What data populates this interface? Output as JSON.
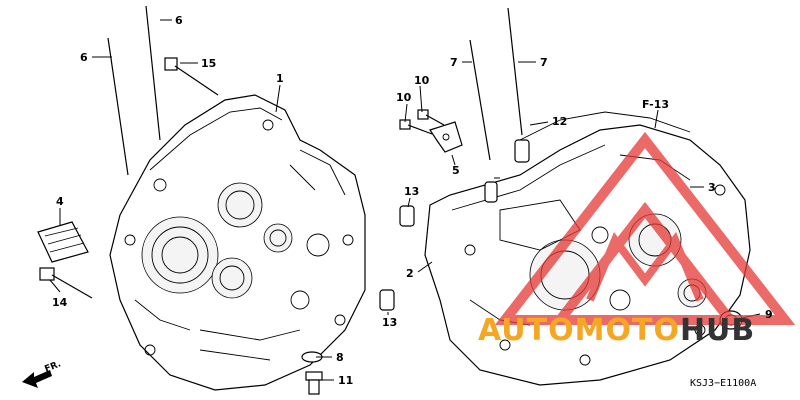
{
  "diagram": {
    "callouts": [
      {
        "id": "c1",
        "label": "1"
      },
      {
        "id": "c2",
        "label": "2"
      },
      {
        "id": "c3",
        "label": "3"
      },
      {
        "id": "c4",
        "label": "4"
      },
      {
        "id": "c5",
        "label": "5"
      },
      {
        "id": "c6a",
        "label": "6"
      },
      {
        "id": "c6b",
        "label": "6"
      },
      {
        "id": "c7a",
        "label": "7"
      },
      {
        "id": "c7b",
        "label": "7"
      },
      {
        "id": "c8",
        "label": "8"
      },
      {
        "id": "c9",
        "label": "9"
      },
      {
        "id": "c10a",
        "label": "10"
      },
      {
        "id": "c10b",
        "label": "10"
      },
      {
        "id": "c11",
        "label": "11"
      },
      {
        "id": "c12",
        "label": "12"
      },
      {
        "id": "c13a",
        "label": "13"
      },
      {
        "id": "c13b",
        "label": "13"
      },
      {
        "id": "c14",
        "label": "14"
      },
      {
        "id": "c15",
        "label": "15"
      }
    ],
    "ref_label": "F-13",
    "front_label": "FR.",
    "diagram_code": "KSJ3−E1100A",
    "watermark": {
      "text_a": "AUTO",
      "text_b": "MOTO",
      "text_c": "HUB",
      "color_a": "#f5a623",
      "color_b": "#f5a623",
      "color_c": "#333333",
      "logo_color": "#e53935"
    }
  }
}
